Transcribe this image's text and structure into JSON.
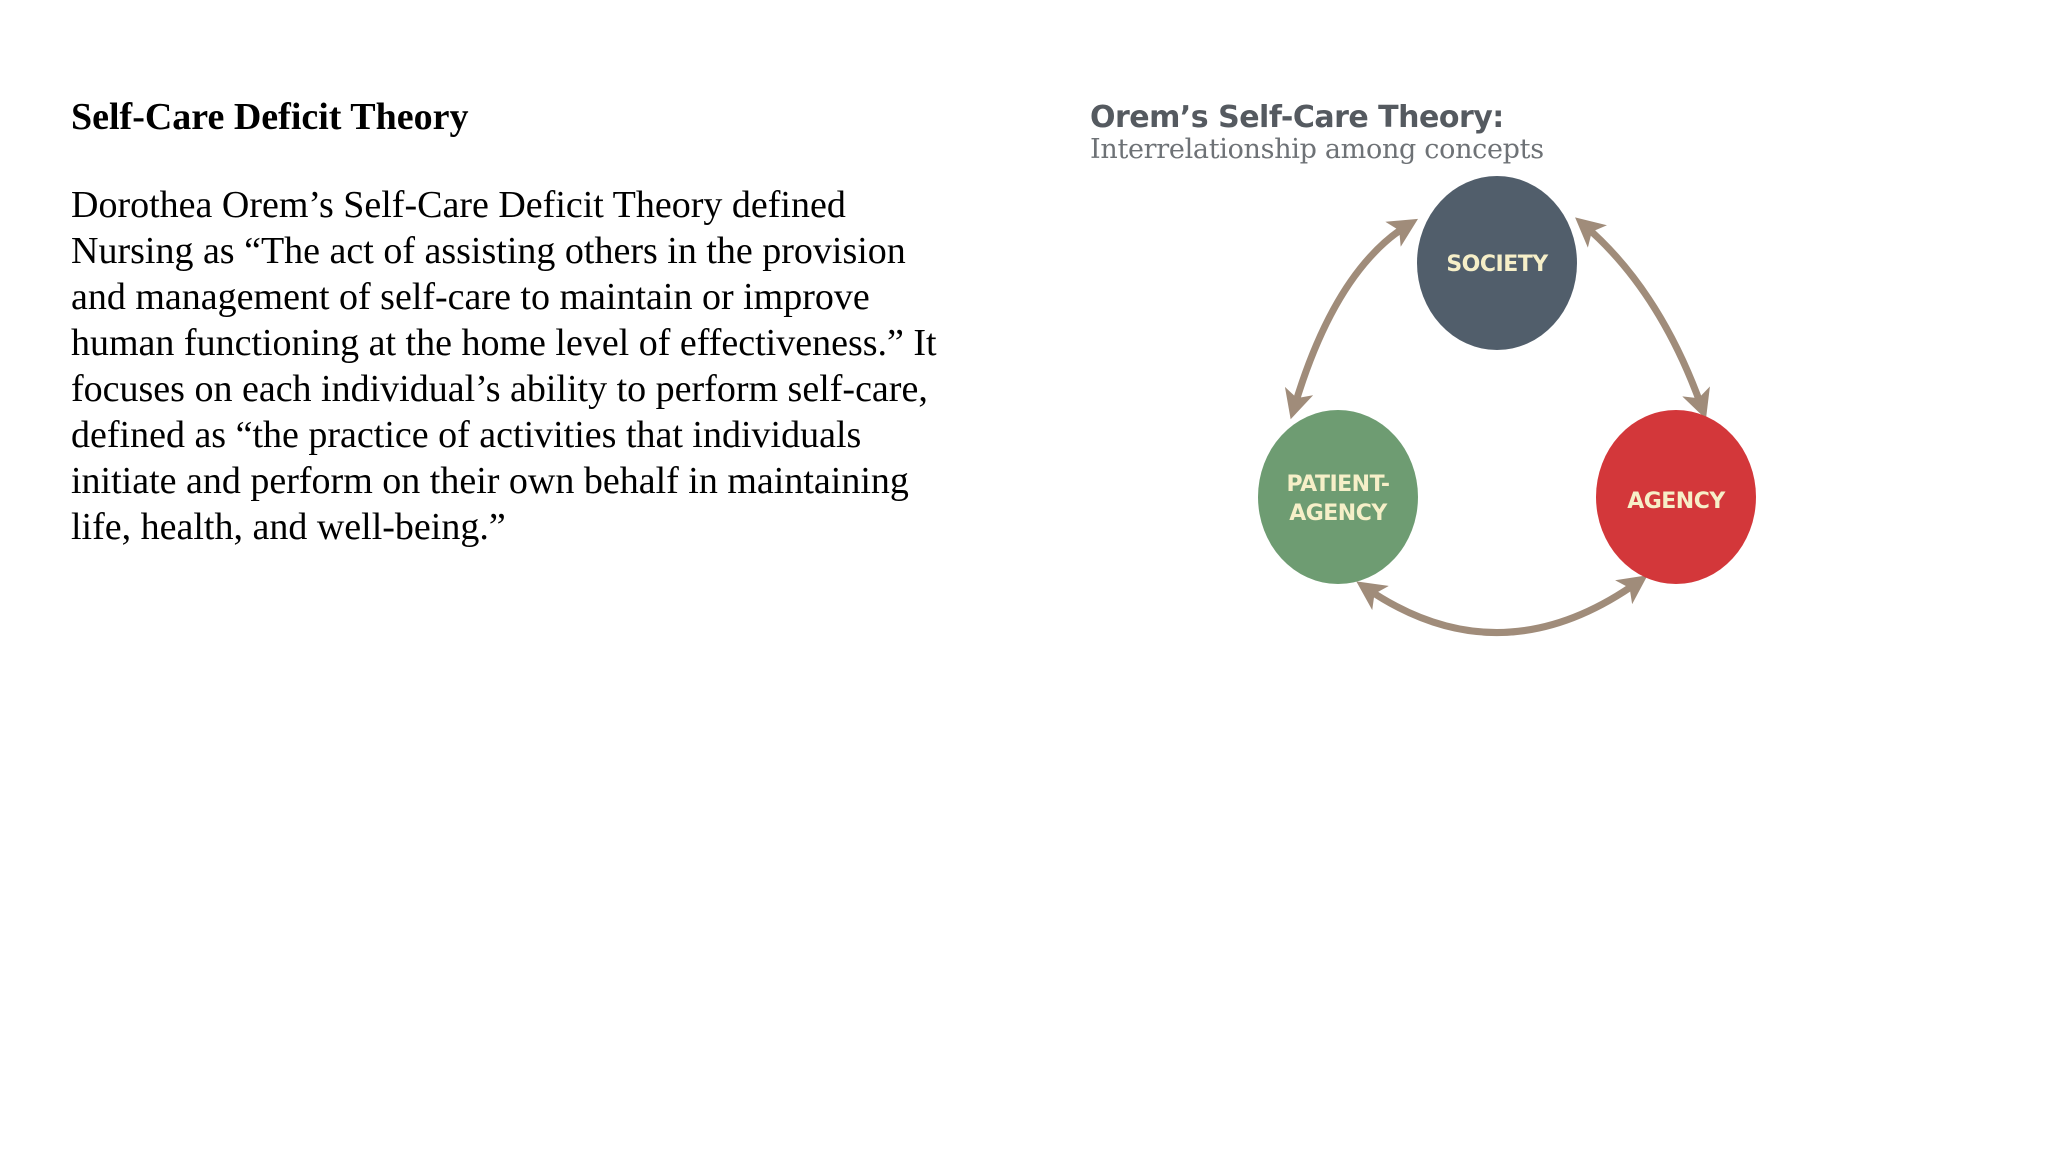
{
  "slide": {
    "heading": "Self-Care Deficit Theory",
    "body_lines": [
      "Dorothea Orem’s Self-Care Deficit Theory defined",
      "Nursing as “The act of assisting others in the provision",
      "and management of self-care to maintain or improve",
      "human functioning at the home level of effectiveness.” It",
      "focuses on each individual’s ability to perform self-care,",
      "defined as “the practice of activities that individuals",
      "initiate and perform on their own behalf in maintaining",
      "life, health, and well-being.”"
    ]
  },
  "figure": {
    "title": "Orem’s Self-Care Theory:",
    "subtitle": "Interrelationship among concepts",
    "arrow_color": "#a08c7a",
    "nodes": [
      {
        "id": "society",
        "label_lines": [
          "SOCIETY"
        ],
        "color": "#515e6b"
      },
      {
        "id": "patient-agency",
        "label_lines": [
          "PATIENT-",
          "AGENCY"
        ],
        "color": "#6e9c72"
      },
      {
        "id": "agency",
        "label_lines": [
          "AGENCY"
        ],
        "color": "#d3373a"
      }
    ],
    "relations": [
      {
        "from": "society",
        "to": "patient-agency",
        "direction": "both"
      },
      {
        "from": "society",
        "to": "agency",
        "direction": "both"
      },
      {
        "from": "patient-agency",
        "to": "agency",
        "direction": "both"
      }
    ]
  }
}
